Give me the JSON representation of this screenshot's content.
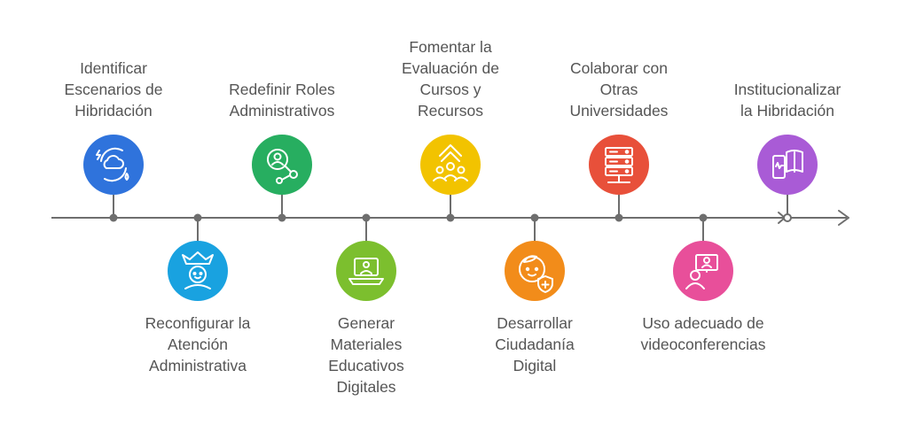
{
  "steps": [
    {
      "id": "identificar",
      "label": "Identificar\nEscenarios de\nHibridación",
      "color": "#2f73dc",
      "icon": "cloud-cycle-icon"
    },
    {
      "id": "reconfigurar",
      "label": "Reconfigurar la\nAtención\nAdministrativa",
      "color": "#19a2e0",
      "icon": "crowned-person-icon"
    },
    {
      "id": "redefinir",
      "label": "Redefinir Roles\nAdministrativos",
      "color": "#27ae60",
      "icon": "user-network-icon"
    },
    {
      "id": "generar",
      "label": "Generar\nMateriales\nEducativos\nDigitales",
      "color": "#7cbf2e",
      "icon": "laptop-user-icon"
    },
    {
      "id": "fomentar",
      "label": "Fomentar la\nEvaluación de\nCursos y\nRecursos",
      "color": "#f2c300",
      "icon": "growth-team-icon"
    },
    {
      "id": "desarrollar",
      "label": "Desarrollar\nCiudadanía\nDigital",
      "color": "#f28c1a",
      "icon": "child-shield-icon"
    },
    {
      "id": "colaborar",
      "label": "Colaborar con\nOtras\nUniversidades",
      "color": "#e8503a",
      "icon": "server-network-icon"
    },
    {
      "id": "uso",
      "label": "Uso adecuado de\nvideoconferencias",
      "color": "#e84f9a",
      "icon": "video-conference-icon"
    },
    {
      "id": "institucionalizar",
      "label": "Institucionalizar\nla Hibridación",
      "color": "#a95bd6",
      "icon": "phone-book-icon"
    }
  ]
}
